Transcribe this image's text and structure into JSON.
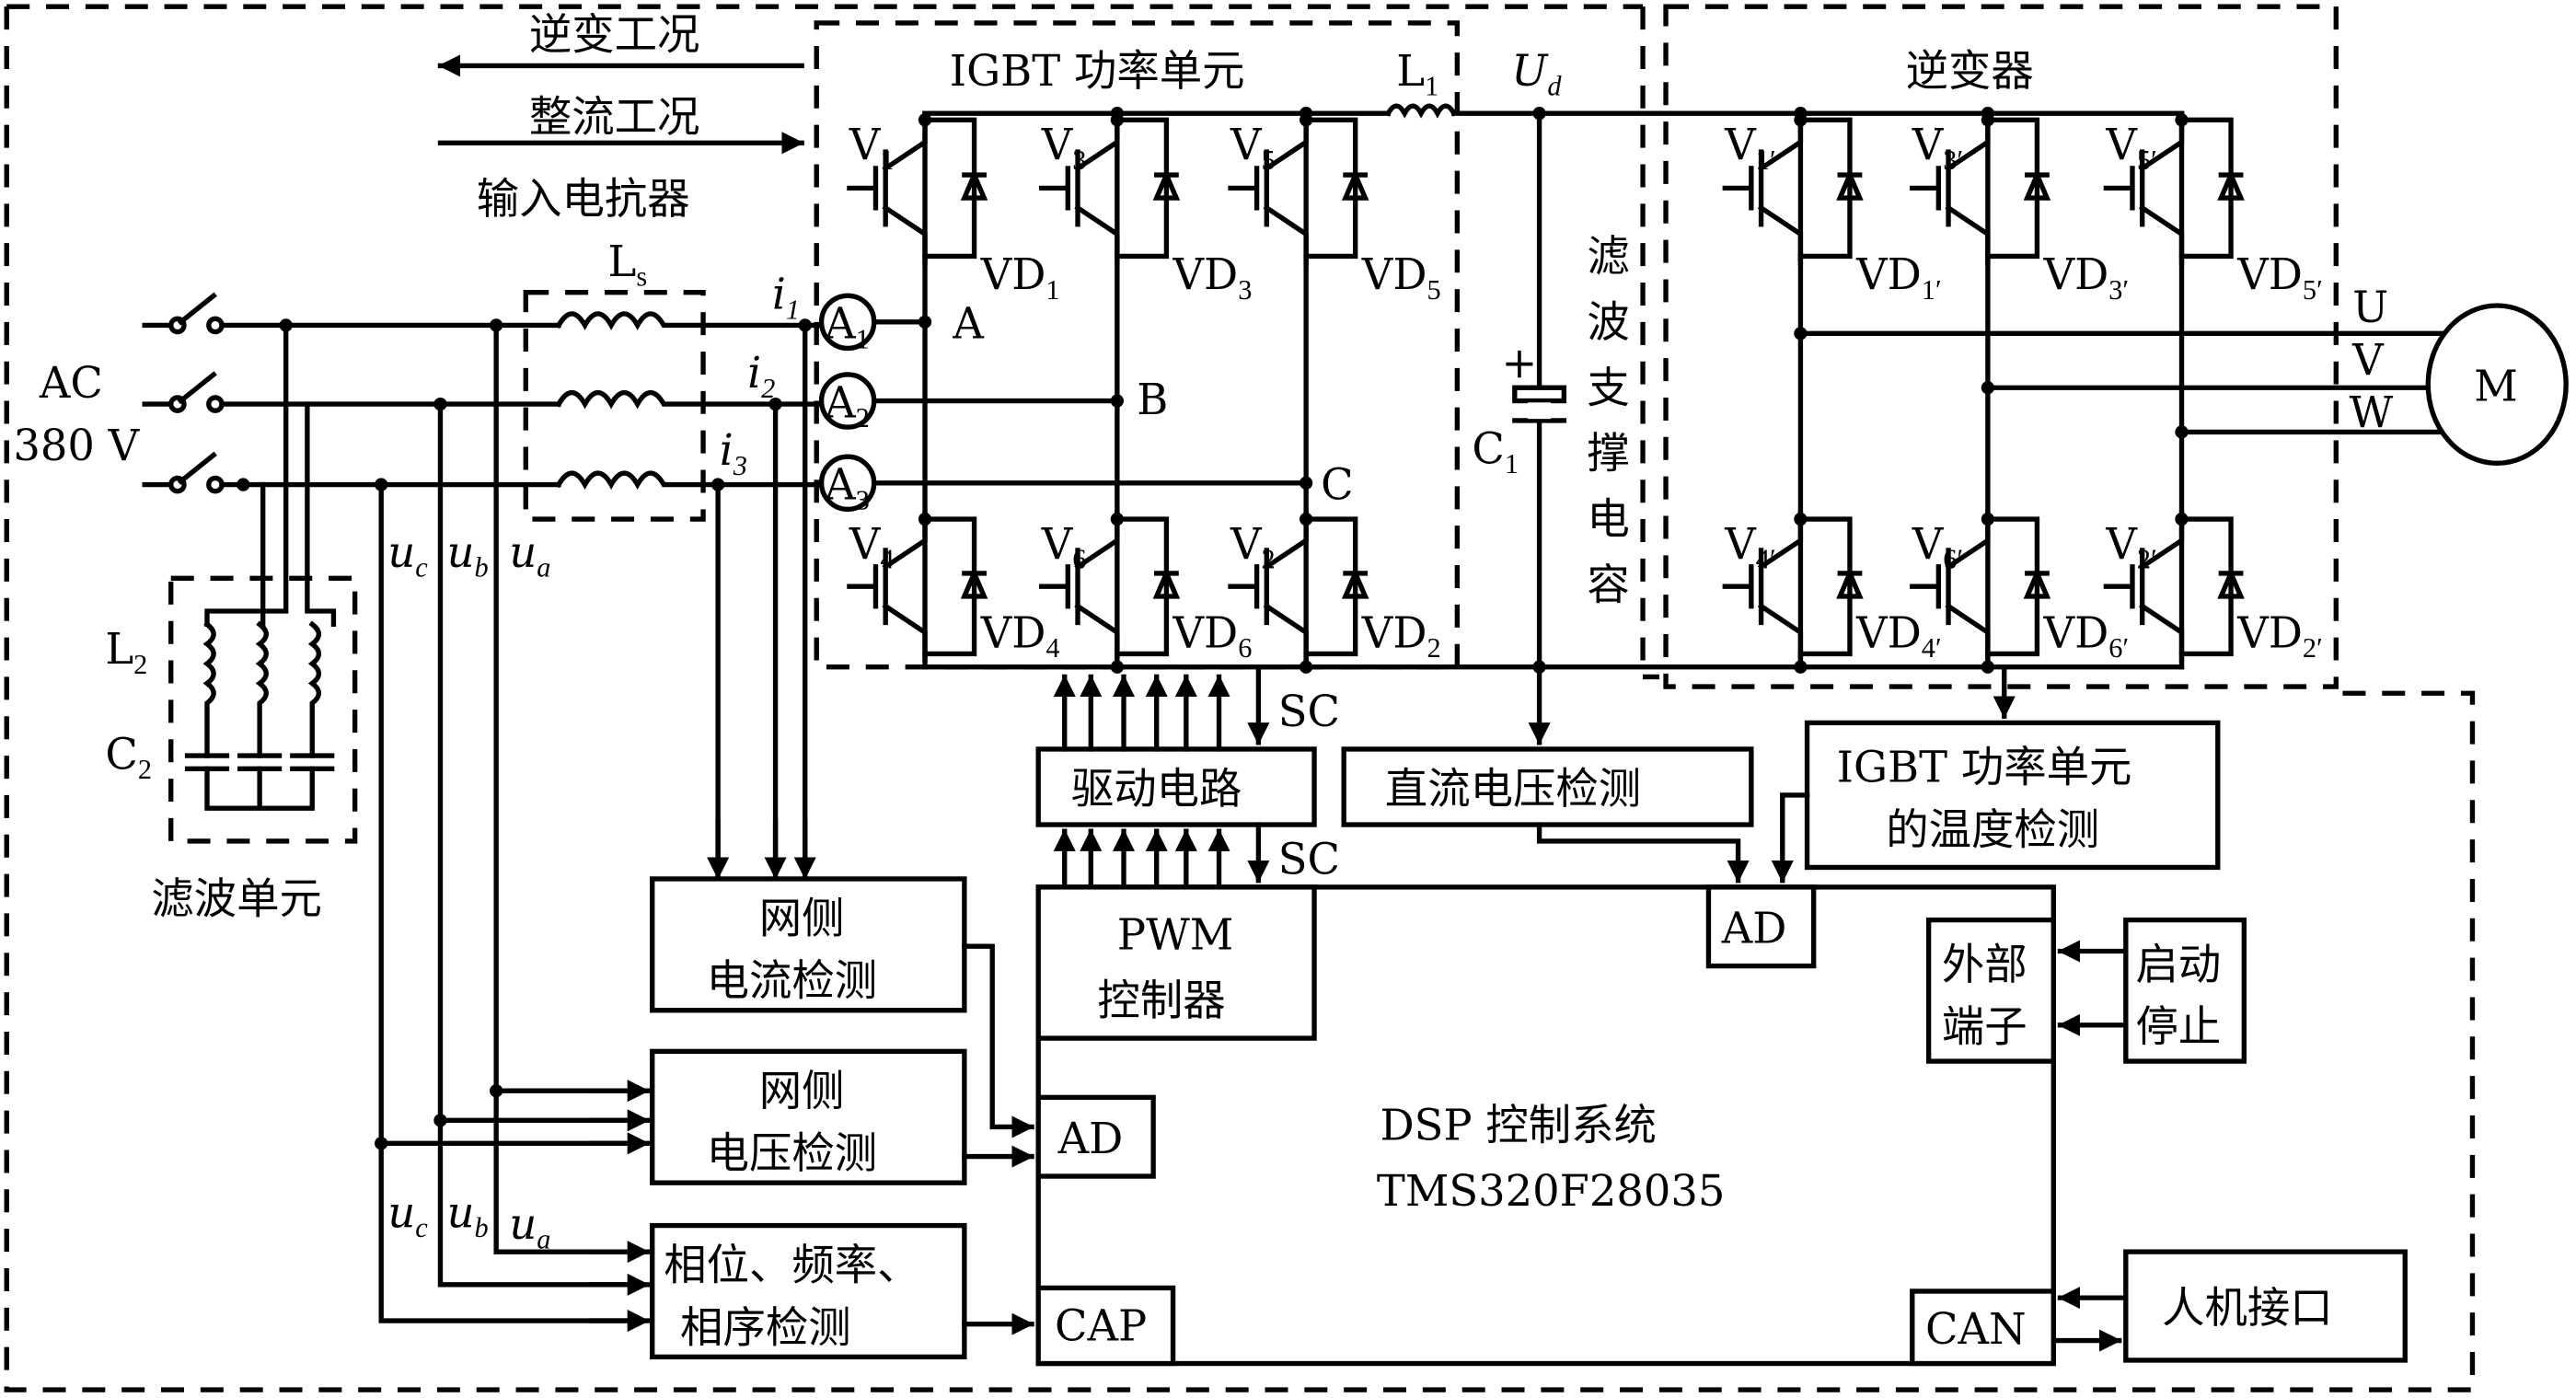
{
  "labels": {
    "inverting_mode": "逆变工况",
    "rectifying_mode": "整流工况",
    "input_reactor": "输入电抗器",
    "reactor_ls": "L",
    "reactor_ls_sub": "s",
    "igbt_unit": "IGBT 功率单元",
    "l1": "L",
    "l1_sub": "1",
    "ud": "U",
    "ud_sub": "d",
    "inverter": "逆变器",
    "ac": "AC",
    "voltage": "380 V",
    "filter_unit": "滤波单元",
    "l2": "L",
    "l2_sub": "2",
    "c2": "C",
    "c2_sub": "2",
    "c1": "C",
    "c1_sub": "1",
    "cap_plus": "+",
    "support_cap": [
      "滤",
      "波",
      "支",
      "撑",
      "电",
      "容"
    ],
    "node_a": "A",
    "node_b": "B",
    "node_c": "C",
    "phase_u": "U",
    "phase_v": "V",
    "phase_w": "W",
    "motor": "M",
    "sc": "SC",
    "i1": "i",
    "i1_sub": "1",
    "i2": "i",
    "i2_sub": "2",
    "i3": "i",
    "i3_sub": "3",
    "uc": "u",
    "uc_sub": "c",
    "ub": "u",
    "ub_sub": "b",
    "ua": "u",
    "ua_sub": "a"
  },
  "ammeters": [
    {
      "label": "A",
      "sub": "1"
    },
    {
      "label": "A",
      "sub": "2"
    },
    {
      "label": "A",
      "sub": "3"
    }
  ],
  "rectifier_switches": [
    {
      "v": "V",
      "v_sub": "1",
      "vd": "VD",
      "vd_sub": "1"
    },
    {
      "v": "V",
      "v_sub": "3",
      "vd": "VD",
      "vd_sub": "3"
    },
    {
      "v": "V",
      "v_sub": "5",
      "vd": "VD",
      "vd_sub": "5"
    },
    {
      "v": "V",
      "v_sub": "4",
      "vd": "VD",
      "vd_sub": "4"
    },
    {
      "v": "V",
      "v_sub": "6",
      "vd": "VD",
      "vd_sub": "6"
    },
    {
      "v": "V",
      "v_sub": "2",
      "vd": "VD",
      "vd_sub": "2"
    }
  ],
  "inverter_switches": [
    {
      "v": "V",
      "v_sub": "1′",
      "vd": "VD",
      "vd_sub": "1′"
    },
    {
      "v": "V",
      "v_sub": "3′",
      "vd": "VD",
      "vd_sub": "3′"
    },
    {
      "v": "V",
      "v_sub": "5′",
      "vd": "VD",
      "vd_sub": "5′"
    },
    {
      "v": "V",
      "v_sub": "4′",
      "vd": "VD",
      "vd_sub": "4′"
    },
    {
      "v": "V",
      "v_sub": "6′",
      "vd": "VD",
      "vd_sub": "6′"
    },
    {
      "v": "V",
      "v_sub": "2′",
      "vd": "VD",
      "vd_sub": "2′"
    }
  ],
  "blocks": {
    "drive_circuit": "驱动电路",
    "dc_voltage_detect": "直流电压检测",
    "igbt_temp_line1": "IGBT 功率单元",
    "igbt_temp_line2": "的温度检测",
    "pwm_line1": "PWM",
    "pwm_line2": "控制器",
    "ad_top": "AD",
    "ad_left": "AD",
    "cap": "CAP",
    "can": "CAN",
    "ext_terminal_line1": "外部",
    "ext_terminal_line2": "端子",
    "start_stop_line1": "启动",
    "start_stop_line2": "停止",
    "hmi": "人机接口",
    "dsp_line1": "DSP 控制系统",
    "dsp_line2": "TMS320F28035",
    "grid_current_line1": "网侧",
    "grid_current_line2": "电流检测",
    "grid_voltage_line1": "网侧",
    "grid_voltage_line2": "电压检测",
    "phase_detect_line1": "相位、频率、",
    "phase_detect_line2": "相序检测"
  }
}
